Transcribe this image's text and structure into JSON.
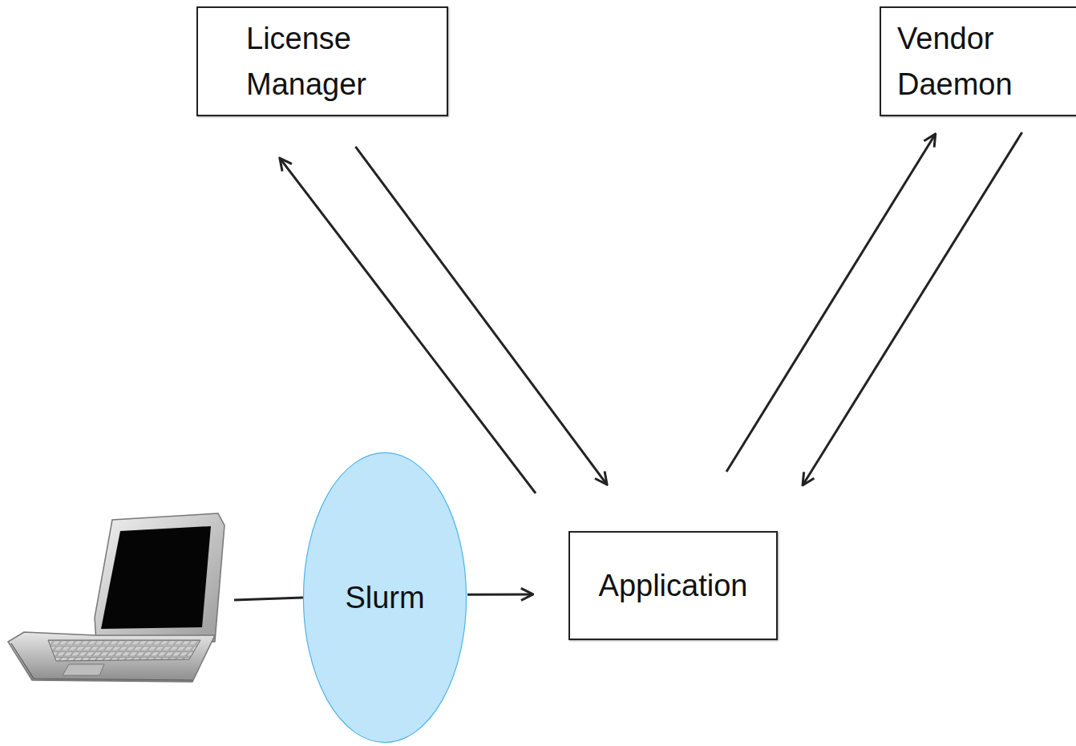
{
  "diagram": {
    "nodes": [
      {
        "text": [
          "License Manager"
        ]
      },
      {
        "text": [
          "Vendor Daemon"
        ]
      },
      {
        "text": [
          "Slurm"
        ]
      },
      {
        "text": [
          "Application"
        ]
      }
    ],
    "edges": [
      {
        "from": 3,
        "to": 0,
        "arrow": "to"
      },
      {
        "from": 0,
        "to": 3,
        "arrow": "to"
      },
      {
        "from": 3,
        "to": 1,
        "arrow": "to"
      },
      {
        "from": 1,
        "to": 3,
        "arrow": "to"
      },
      {
        "from": 2,
        "to": 3,
        "arrow": "to"
      }
    ]
  }
}
